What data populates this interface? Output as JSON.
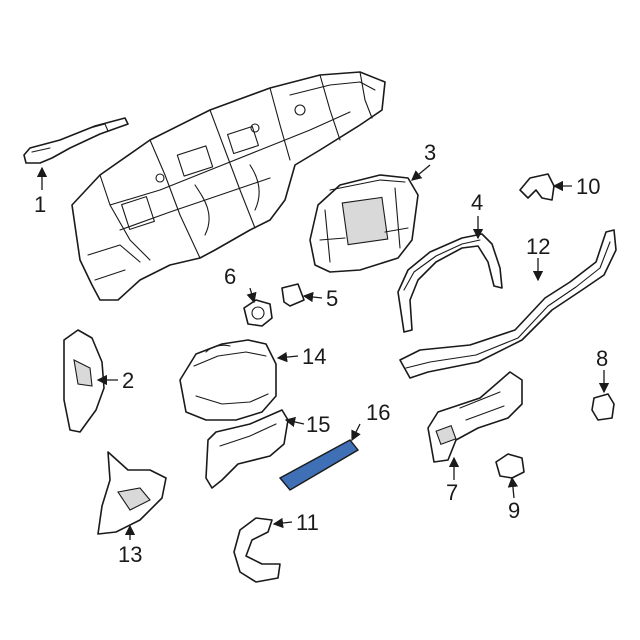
{
  "diagram": {
    "highlight_color": "#3f6fb5",
    "callouts": [
      {
        "id": "c1",
        "label": "1"
      },
      {
        "id": "c2",
        "label": "2"
      },
      {
        "id": "c3",
        "label": "3"
      },
      {
        "id": "c4",
        "label": "4"
      },
      {
        "id": "c5",
        "label": "5"
      },
      {
        "id": "c6",
        "label": "6"
      },
      {
        "id": "c7",
        "label": "7"
      },
      {
        "id": "c8",
        "label": "8"
      },
      {
        "id": "c9",
        "label": "9"
      },
      {
        "id": "c10",
        "label": "10"
      },
      {
        "id": "c11",
        "label": "11"
      },
      {
        "id": "c12",
        "label": "12"
      },
      {
        "id": "c13",
        "label": "13"
      },
      {
        "id": "c14",
        "label": "14"
      },
      {
        "id": "c15",
        "label": "15"
      },
      {
        "id": "c16",
        "label": "16"
      }
    ]
  }
}
